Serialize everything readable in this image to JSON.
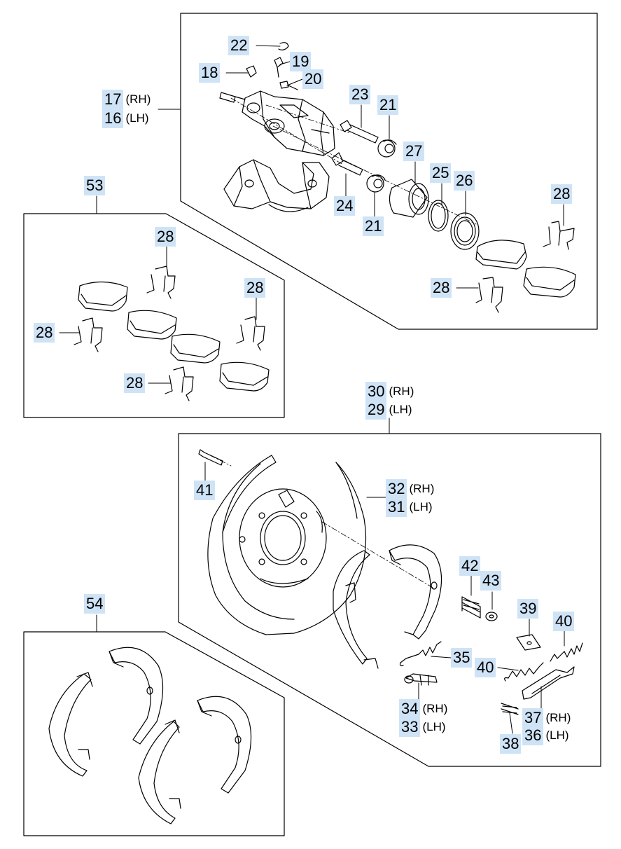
{
  "colors": {
    "label_highlight": "#cfe3f6",
    "line": "#000000"
  },
  "labels": {
    "l22": {
      "num": "22",
      "side": ""
    },
    "l19": {
      "num": "19",
      "side": ""
    },
    "l18": {
      "num": "18",
      "side": ""
    },
    "l20": {
      "num": "20",
      "side": ""
    },
    "l17": {
      "num": "17",
      "side": "(RH)"
    },
    "l16": {
      "num": "16",
      "side": "(LH)"
    },
    "l23": {
      "num": "23",
      "side": ""
    },
    "l21a": {
      "num": "21",
      "side": ""
    },
    "l27": {
      "num": "27",
      "side": ""
    },
    "l25": {
      "num": "25",
      "side": ""
    },
    "l26": {
      "num": "26",
      "side": ""
    },
    "l24": {
      "num": "24",
      "side": ""
    },
    "l21b": {
      "num": "21",
      "side": ""
    },
    "l28a": {
      "num": "28",
      "side": ""
    },
    "l28b": {
      "num": "28",
      "side": ""
    },
    "l53": {
      "num": "53",
      "side": ""
    },
    "l28c": {
      "num": "28",
      "side": ""
    },
    "l28d": {
      "num": "28",
      "side": ""
    },
    "l28e": {
      "num": "28",
      "side": ""
    },
    "l28f": {
      "num": "28",
      "side": ""
    },
    "l30": {
      "num": "30",
      "side": "(RH)"
    },
    "l29": {
      "num": "29",
      "side": "(LH)"
    },
    "l41": {
      "num": "41",
      "side": ""
    },
    "l32": {
      "num": "32",
      "side": "(RH)"
    },
    "l31": {
      "num": "31",
      "side": "(LH)"
    },
    "l42": {
      "num": "42",
      "side": ""
    },
    "l43": {
      "num": "43",
      "side": ""
    },
    "l39": {
      "num": "39",
      "side": ""
    },
    "l40a": {
      "num": "40",
      "side": ""
    },
    "l35": {
      "num": "35",
      "side": ""
    },
    "l40b": {
      "num": "40",
      "side": ""
    },
    "l34": {
      "num": "34",
      "side": "(RH)"
    },
    "l33": {
      "num": "33",
      "side": "(LH)"
    },
    "l37": {
      "num": "37",
      "side": "(RH)"
    },
    "l36": {
      "num": "36",
      "side": "(LH)"
    },
    "l38": {
      "num": "38",
      "side": ""
    },
    "l54": {
      "num": "54",
      "side": ""
    }
  }
}
